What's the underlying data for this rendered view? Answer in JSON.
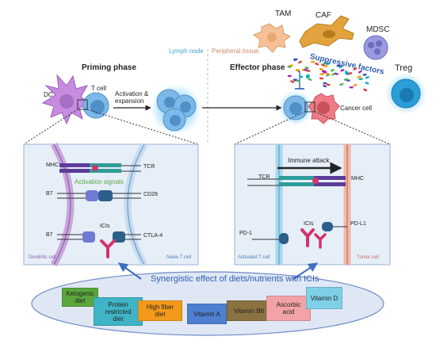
{
  "phases": {
    "priming": "Priming phase",
    "effector": "Effector phase"
  },
  "sites": {
    "lymph_node": "Lymph node",
    "peripheral_tissue": "Peripheral tissue"
  },
  "cells": {
    "dc": "DC",
    "t_cell": "T cell",
    "cancer_cell": "Cancer cell",
    "tam": "TAM",
    "caf": "CAF",
    "mdsc": "MDSC",
    "treg": "Treg"
  },
  "arrows": {
    "activation": "Activation &\nexpansion"
  },
  "suppressive_factors": "Suppressive factors",
  "left_panel": {
    "mhc": "MHC",
    "tcr": "TCR",
    "activation_signals": "Activation signals",
    "b7_top": "B7",
    "cd28": "CD28",
    "b7_bottom": "B7",
    "icis": "ICIs",
    "ctla4": "CTLA-4",
    "dendritic_cell": "Dendritic cell",
    "naive_t_cell": "Naive T cell"
  },
  "right_panel": {
    "immune_attack": "Immune attack",
    "tcr": "TCR",
    "mhc": "MHC",
    "pd1": "PD-1",
    "icis": "ICIs",
    "pdl1": "PD-L1",
    "activated_t_cell": "Activated T cell",
    "tumor_cell": "Tumor cell"
  },
  "synergy_title": "Synergistic effect of diets/nutrients with ICIs",
  "diets": [
    {
      "label": "Ketogenic\ndiet",
      "color": "#5aa63c"
    },
    {
      "label": "Protein\nrestricted\ndiet",
      "color": "#3fb4c4"
    },
    {
      "label": "High fiber\ndiet",
      "color": "#f39a1a"
    },
    {
      "label": "Vitamin A",
      "color": "#4f7fd0"
    },
    {
      "label": "Vitamin B6",
      "color": "#8b7240"
    },
    {
      "label": "Ascorbic\nacid",
      "color": "#f2a2a6"
    },
    {
      "label": "Vitamin D",
      "color": "#7ed0e6"
    }
  ],
  "colors": {
    "dc": "#c78be0",
    "t_cell": "#7cb9e8",
    "cancer": "#ee7b85",
    "tam": "#f6c196",
    "caf": "#e3a33c",
    "mdsc": "#9a9ae0",
    "treg": "#2b9ed8",
    "panel_bg": "#e6eef8",
    "synergy_bg": "#dfe7f5",
    "accent_text": "#2f5fb0",
    "activation_text": "#5aa63c",
    "lymph_text": "#3aa6c8",
    "peripheral_text": "#d08a6a"
  }
}
